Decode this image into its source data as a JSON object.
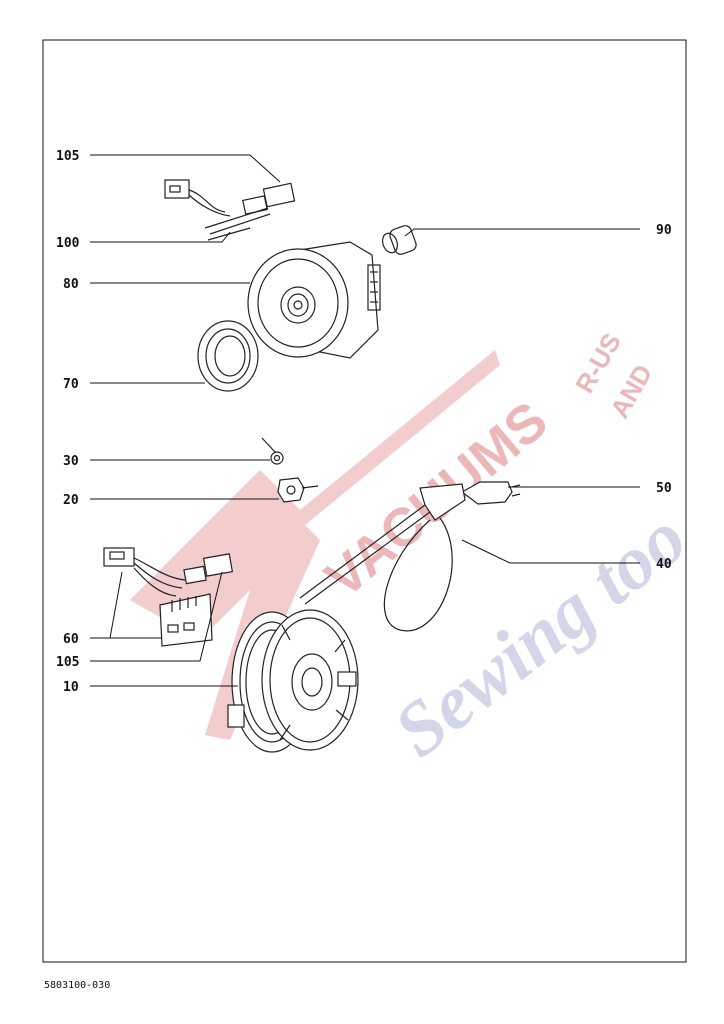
{
  "document_number": "5803100-030",
  "watermark": {
    "word1": "VACUUMS",
    "word2": "R-US",
    "word3": "AND",
    "word4": "Sewing too"
  },
  "callouts": {
    "c105a": "105",
    "c100": "100",
    "c90": "90",
    "c80": "80",
    "c70": "70",
    "c30": "30",
    "c20": "20",
    "c50": "50",
    "c40": "40",
    "c60": "60",
    "c105b": "105",
    "c10": "10"
  },
  "colors": {
    "watermark_red": "#e07b80",
    "watermark_blue": "#9fa4cf",
    "ink": "#111111"
  }
}
